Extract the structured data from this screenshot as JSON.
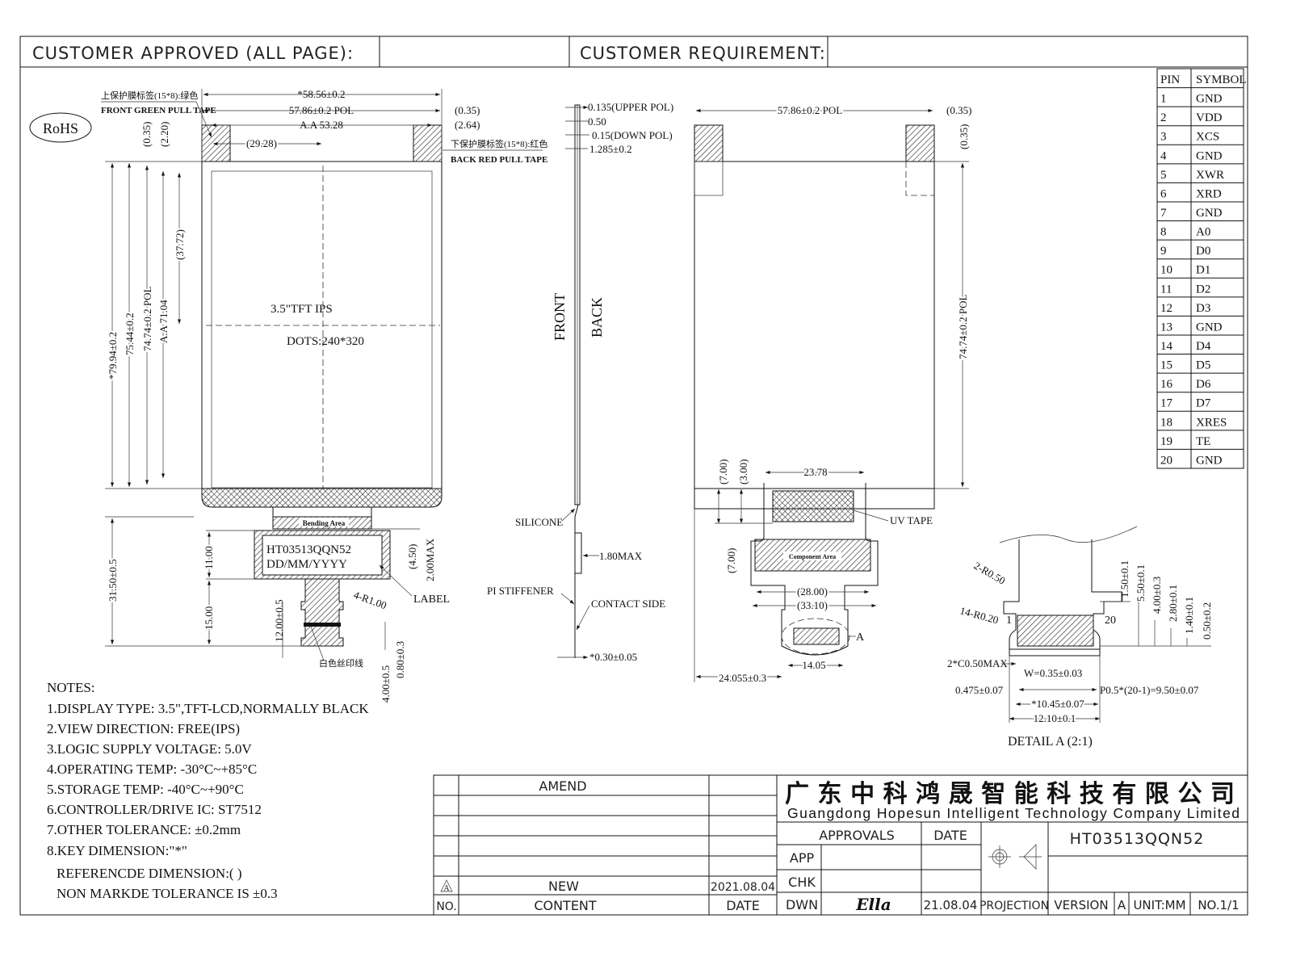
{
  "header": {
    "approved": "CUSTOMER APPROVED (ALL PAGE):",
    "requirement": "CUSTOMER REQUIREMENT:"
  },
  "rohs": "RoHS",
  "front_view": {
    "front_tape_cn": "上保护膜标签(15*8):绿色",
    "front_tape_en": "FRONT GREEN PULL TAPE",
    "back_tape_cn": "下保护膜标签(15*8):红色",
    "back_tape_en": "BACK RED PULL TAPE",
    "display_label": "3.5\"TFT  IPS",
    "dots": "DOTS:240*320",
    "bending": "Bending Area",
    "label_line1": "HT03513QQN52",
    "label_line2": "DD/MM/YYYY",
    "label": "LABEL",
    "silk": "白色丝印线",
    "dims": {
      "w_total": "*58.56±0.2",
      "w_pol": "57.86±0.2 POL",
      "w_aa": "A.A 53.28",
      "c_center": "(29.28)",
      "r_035": "(0.35)",
      "r_264": "(2.64)",
      "t_035": "(0.35)",
      "t_220": "(2.20)",
      "c_3772": "(37.72)",
      "h_total": "*79.94±0.2",
      "h_7544": "75.44±0.2",
      "h_pol": "74.74±0.2 POL",
      "h_aa": "A.A 71.04",
      "fpc_3150": "31.50±0.5",
      "fpc_11": "11.00",
      "fpc_15": "15.00",
      "fpc_12": "12.00±0.5",
      "fpc_4": "4.00±0.5",
      "fpc_08": "0.80±0.3",
      "lab_45": "(4.50)",
      "lab_2max": "2.00MAX",
      "r1": "4-R1.00"
    }
  },
  "side_view": {
    "upper_pol": "0.135(UPPER POL)",
    "t050": "0.50",
    "down_pol": "0.15(DOWN POL)",
    "t1285": "1.285±0.2",
    "front": "FRONT",
    "back": "BACK",
    "silicone": "SILICONE",
    "max180": "1.80MAX",
    "pi": "PI STIFFENER",
    "contact": "CONTACT SIDE",
    "t030": "*0.30±0.05"
  },
  "back_view": {
    "w_pol": "57.86±0.2 POL",
    "r_035": "(0.35)",
    "r2_035": "(0.35)",
    "h_pol": "74.74±0.2 POL",
    "d700": "(7.00)",
    "d300": "(3.00)",
    "w2378": "23.78",
    "uv": "UV TAPE",
    "d700b": "(7.00)",
    "component": "Component Area",
    "w28": "(28.00)",
    "w3310": "(33.10)",
    "a": "A",
    "w1405": "14.05",
    "off": "24.055±0.3"
  },
  "detail_a": {
    "r050": "2-R0.50",
    "r020": "14-R0.20",
    "pin1": "1",
    "pin20": "20",
    "d150": "1.50±0.1",
    "d550": "5.50±0.1",
    "d400": "4.00±0.3",
    "d280": "2.80±0.1",
    "d140": "1.40±0.1",
    "d050": "0.50±0.2",
    "c050": "2*C0.50MAX",
    "w": "W=0.35±0.03",
    "d0475": "0.475±0.07",
    "pitch": "P0.5*(20-1)=9.50±0.07",
    "d1045": "*10.45±0.07",
    "d1210": "12.10±0.1",
    "title": "DETAIL A (2:1)"
  },
  "pin_table": {
    "headers": [
      "PIN",
      "SYMBOL"
    ],
    "rows": [
      [
        "1",
        "GND"
      ],
      [
        "2",
        "VDD"
      ],
      [
        "3",
        "XCS"
      ],
      [
        "4",
        "GND"
      ],
      [
        "5",
        "XWR"
      ],
      [
        "6",
        "XRD"
      ],
      [
        "7",
        "GND"
      ],
      [
        "8",
        "A0"
      ],
      [
        "9",
        "D0"
      ],
      [
        "10",
        "D1"
      ],
      [
        "11",
        "D2"
      ],
      [
        "12",
        "D3"
      ],
      [
        "13",
        "GND"
      ],
      [
        "14",
        "D4"
      ],
      [
        "15",
        "D5"
      ],
      [
        "16",
        "D6"
      ],
      [
        "17",
        "D7"
      ],
      [
        "18",
        "XRES"
      ],
      [
        "19",
        "TE"
      ],
      [
        "20",
        "GND"
      ]
    ]
  },
  "notes": {
    "title": "NOTES:",
    "items": [
      "1.DISPLAY TYPE: 3.5\",TFT-LCD,NORMALLY BLACK",
      "2.VIEW DIRECTION: FREE(IPS)",
      "3.LOGIC SUPPLY VOLTAGE: 5.0V",
      "4.OPERATING TEMP: -30°C~+85°C",
      "5.STORAGE TEMP: -40°C~+90°C",
      "6.CONTROLLER/DRIVE IC: ST7512",
      "7.OTHER TOLERANCE: ±0.2mm",
      "8.KEY DIMENSION:\"*\"",
      "REFERENCDE DIMENSION:( )",
      "NON MARKDE TOLERANCE IS ±0.3"
    ]
  },
  "title_block": {
    "amend": "AMEND",
    "rev_symbol": "A",
    "rev_content": "NEW",
    "rev_date": "2021.08.04",
    "col_no": "NO.",
    "col_content": "CONTENT",
    "col_date": "DATE",
    "company_cn": "广东中科鸿晟智能科技有限公司",
    "company_en": "Guangdong Hopesun Intelligent Technology Company Limited",
    "approvals": "APPROVALS",
    "date": "DATE",
    "app": "APP",
    "chk": "CHK",
    "dwn": "DWN",
    "drawn_by": "Ella",
    "drawn_date": "21.08.04",
    "part_no": "HT03513QQN52",
    "projection": "PROJECTION",
    "version_label": "VERSION",
    "version": "A",
    "unit": "UNIT:MM",
    "sheet": "NO.1/1"
  }
}
